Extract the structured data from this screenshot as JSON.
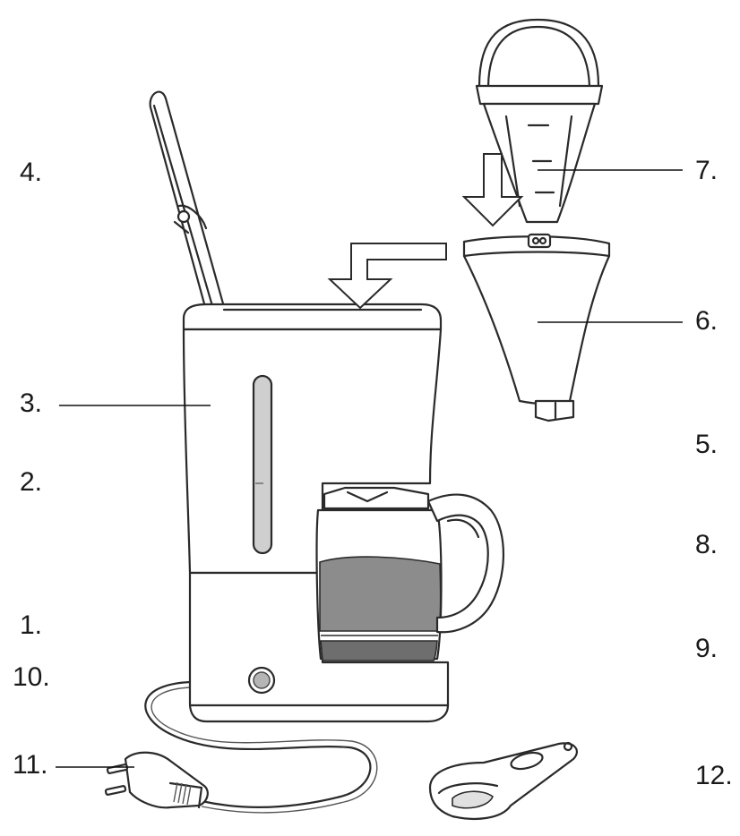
{
  "labels": {
    "l1": "1.",
    "l2": "2.",
    "l3": "3.",
    "l4": "4.",
    "l5": "5.",
    "l6": "6.",
    "l7": "7.",
    "l8": "8.",
    "l9": "9.",
    "l10": "10.",
    "l11": "11.",
    "l12": "12."
  },
  "colors": {
    "line": "#2a2a2a",
    "coffee": "#8c8c8c",
    "coffee_dark": "#6e6e6e",
    "gauge": "#cfcfcf",
    "arrow_fill": "#ffffff"
  }
}
